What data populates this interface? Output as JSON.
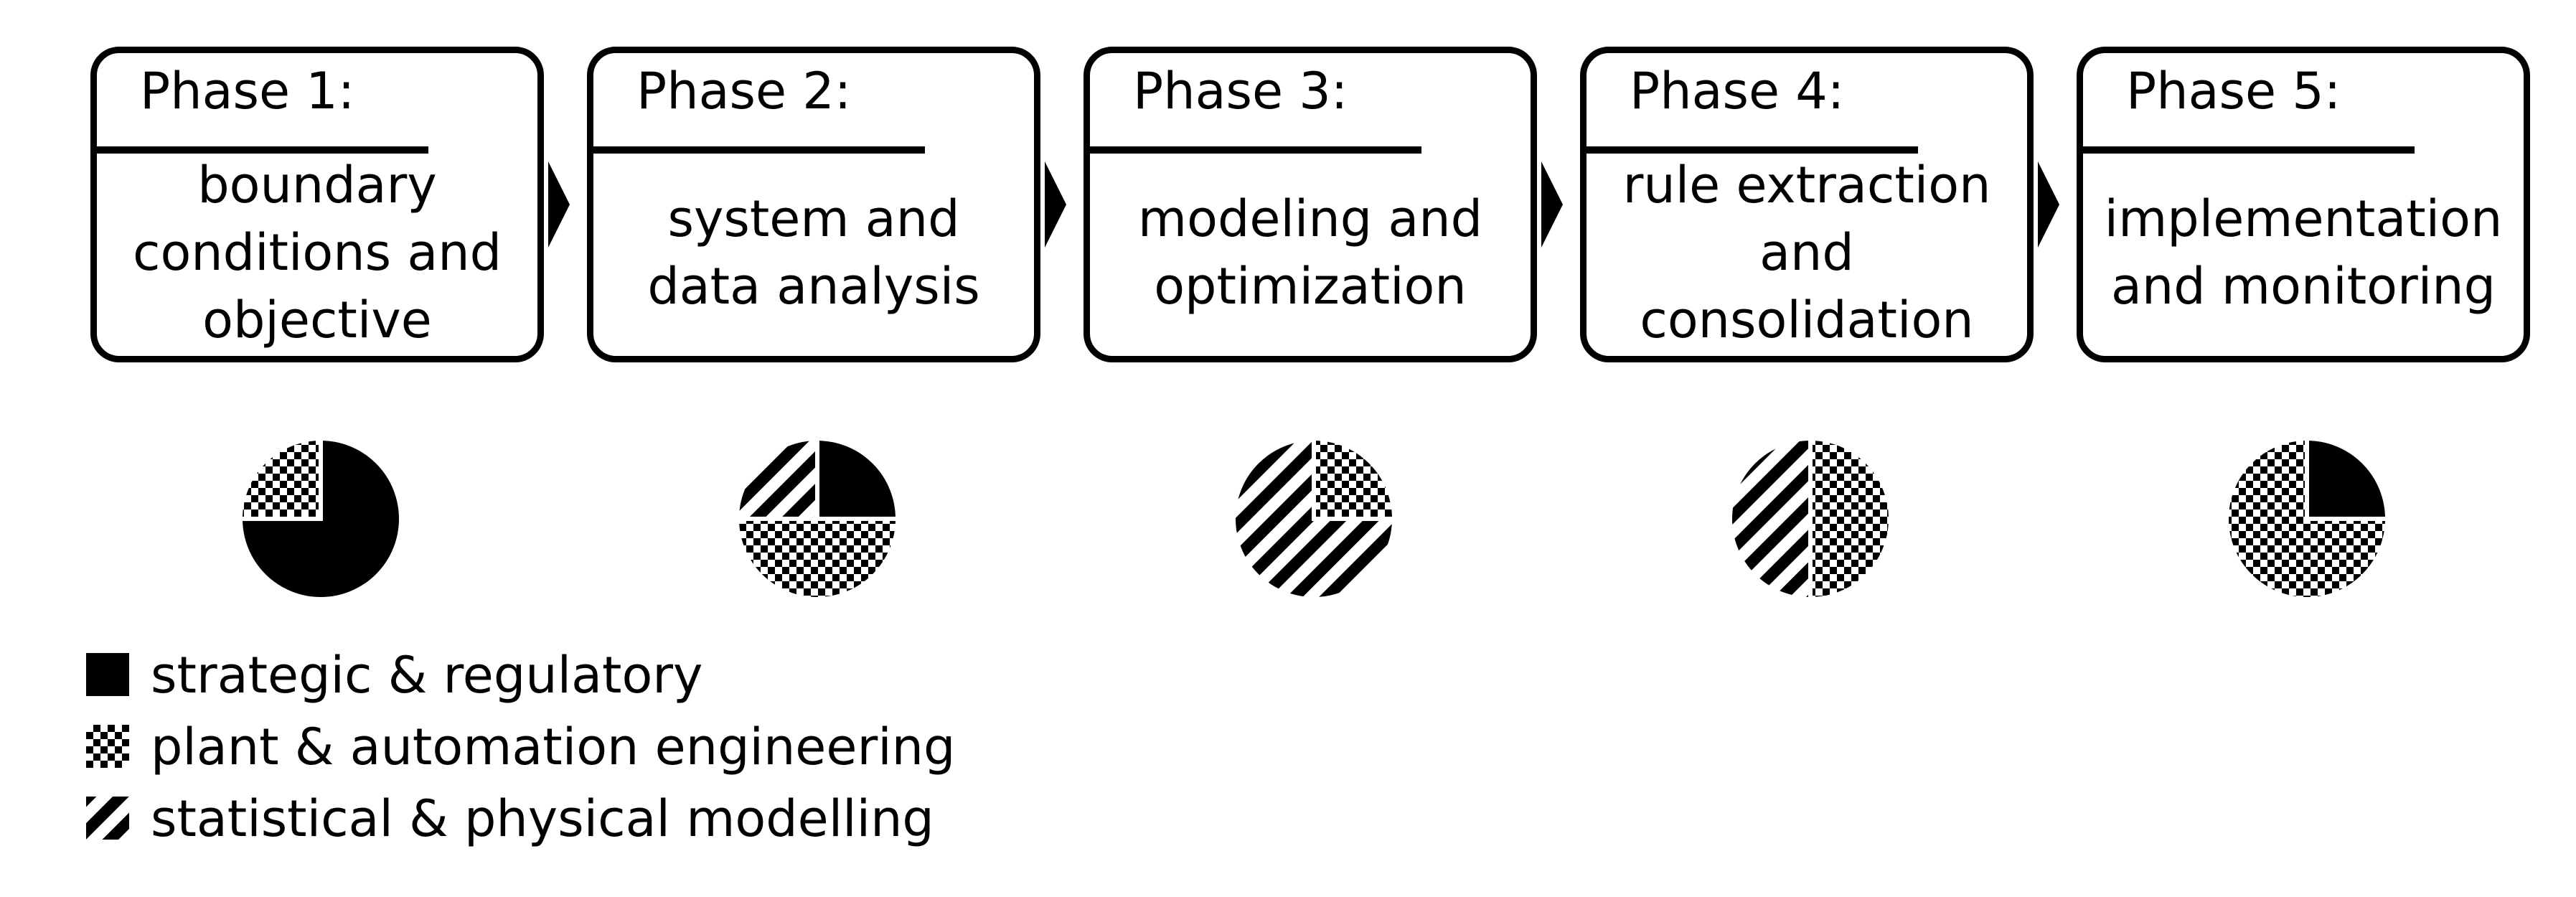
{
  "phases": [
    {
      "label": "Phase 1:",
      "description": "boundary\nconditions and\nobjective"
    },
    {
      "label": "Phase 2:",
      "description": "system and\ndata analysis"
    },
    {
      "label": "Phase 3:",
      "description": "modeling and\noptimization"
    },
    {
      "label": "Phase 4:",
      "description": "rule extraction\nand\nconsolidation"
    },
    {
      "label": "Phase 5:",
      "description": "implementation\nand monitoring"
    }
  ],
  "legend": [
    {
      "key": "strategic",
      "label": "strategic & regulatory",
      "pattern": "solid"
    },
    {
      "key": "plant",
      "label": "plant & automation engineering",
      "pattern": "checkerboard"
    },
    {
      "key": "statistical",
      "label": "statistical & physical modelling",
      "pattern": "diagonal-stripes"
    }
  ],
  "phase_shares": [
    {
      "strategic": 0.75,
      "plant": 0.25,
      "statistical": 0
    },
    {
      "strategic": 0.25,
      "plant": 0.5,
      "statistical": 0.25
    },
    {
      "strategic": 0,
      "plant": 0.25,
      "statistical": 0.75
    },
    {
      "strategic": 0,
      "plant": 0.5,
      "statistical": 0.5
    },
    {
      "strategic": 0.25,
      "plant": 0.75,
      "statistical": 0
    }
  ],
  "colors": {
    "ink": "#000000",
    "background": "#ffffff"
  }
}
